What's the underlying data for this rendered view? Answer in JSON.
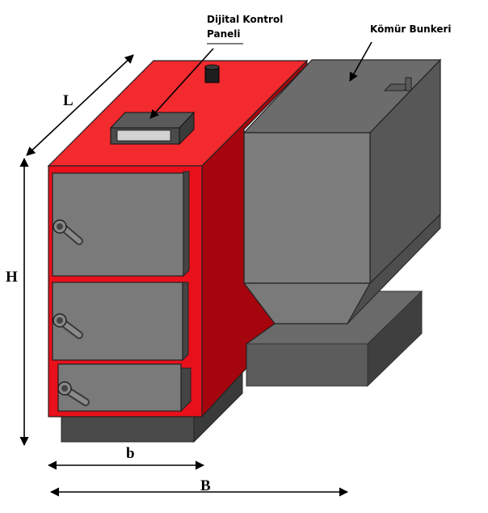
{
  "callouts": {
    "control_panel_line1": "Dijital Kontrol",
    "control_panel_line2": "Paneli",
    "coal_bunker": "Kömür Bunkeri"
  },
  "dimensions": {
    "length": "L",
    "height": "H",
    "front_width": "b",
    "total_width": "B"
  },
  "colors": {
    "boiler_front": "#e8101a",
    "boiler_side": "#a8050d",
    "boiler_top": "#f52a2e",
    "door": "#7a7a7a",
    "door_edge": "#4a4a4a",
    "bunker_front": "#7f7f7f",
    "bunker_top": "#6a6a6a",
    "bunker_side": "#555555",
    "base": "#4f4f4f"
  }
}
